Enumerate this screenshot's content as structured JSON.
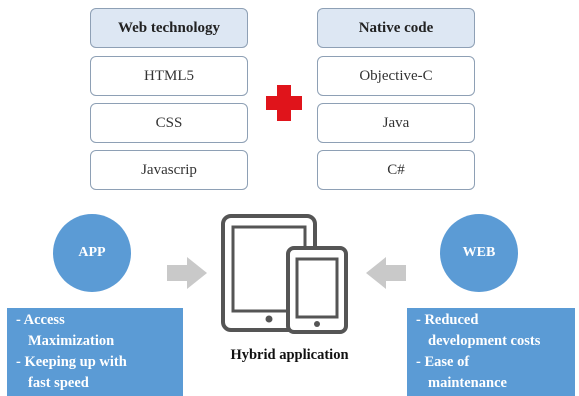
{
  "web_technology": {
    "title": "Web technology",
    "items": [
      "HTML5",
      "CSS",
      "Javascrip"
    ]
  },
  "native_code": {
    "title": "Native code",
    "items": [
      "Objective-C",
      "Java",
      "C#"
    ]
  },
  "plus_color": "#e0141b",
  "app": {
    "label": "APP",
    "features": [
      "- Access",
      "Maximization",
      "- Keeping up with",
      "fast speed"
    ]
  },
  "web": {
    "label": "WEB",
    "features": [
      "- Reduced",
      "development costs",
      "- Ease of",
      "maintenance"
    ]
  },
  "center": {
    "caption": "Hybrid application"
  },
  "colors": {
    "accent": "#5b9bd5",
    "header_fill": "#dde7f3",
    "arrow": "#c9c9c9"
  }
}
